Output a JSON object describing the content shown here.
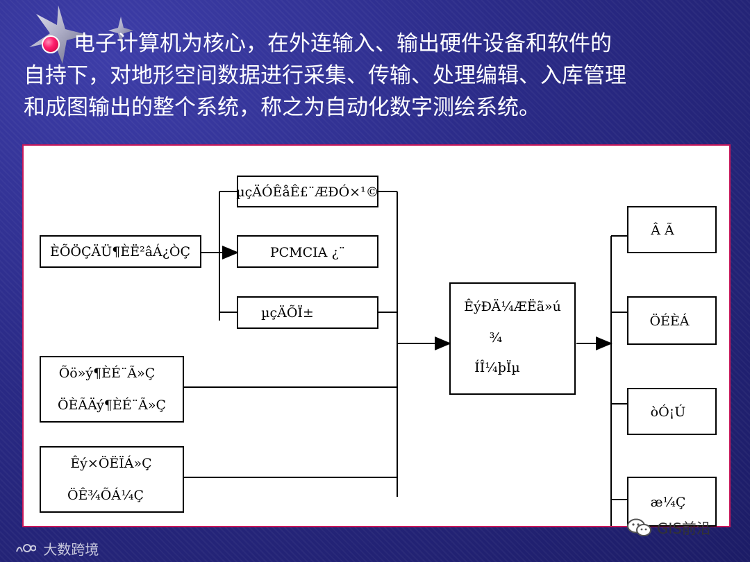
{
  "slide": {
    "text_lines": [
      "电子计算机为核心，在外连输入、输出硬件设备和软件的",
      "自持下，对地形空间数据进行采集、传输、处理编辑、入库管理",
      "和成图输出的整个系统，称之为自动化数字测绘系统。"
    ]
  },
  "diagram": {
    "left_source": "ÈÕÖÇÄÜ¶ÈË²âÁ¿ÒÇ",
    "interfaces": [
      "µçÄÓÊåÊ£¨ÆÐÓ×¹©",
      "PCMCIA ¿¨",
      "µçÄÕÏ±"
    ],
    "input_left_2": [
      "Õö»ý¶ÈÉ¨Ã»Ç",
      "ÖÈÃÄý¶ÈÉ¨Ã»Ç"
    ],
    "input_left_3": [
      "Êý×ÖËÏÁ»Ç",
      "ÖÊ¾ÕÁ¼Ç"
    ],
    "center_box": [
      "ÊýÐÄ¼ÆËã»ú",
      "¾",
      "ÍÎ¼þÏµ"
    ],
    "outputs": [
      "Â Ã",
      "ÖÉÈÁ",
      "òÓ¡Ú",
      "æ¼Ç"
    ]
  },
  "footer": {
    "left_brand": "大数跨境",
    "right_brand": "GIS前沿"
  },
  "icons": {
    "footer_left": "logo-icon",
    "footer_right": "wechat-icon",
    "decor": "star-icon"
  }
}
